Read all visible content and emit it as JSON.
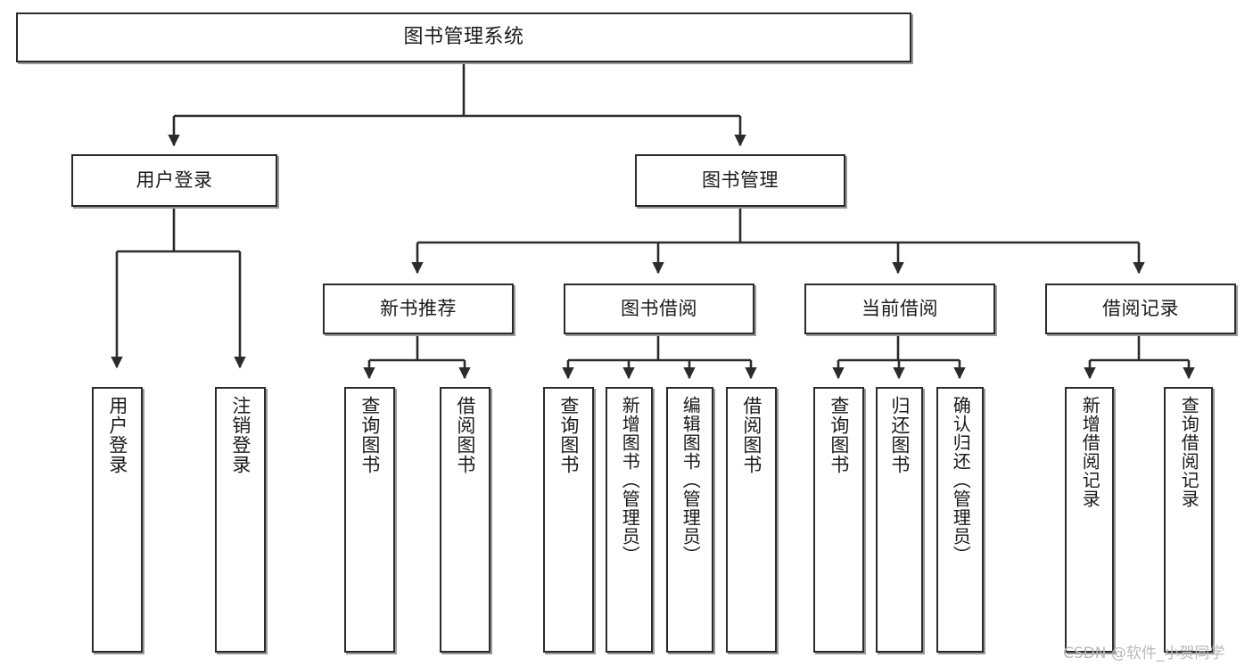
{
  "diagram": {
    "title": "图书管理系统",
    "type": "tree-hierarchy",
    "watermark": "CSDN @软件_小贺同学",
    "colors": {
      "border": "#2b2b2b",
      "shadow": "#9a9a9a",
      "background": "#ffffff",
      "text": "#1a1a1a",
      "watermark": "#b9b9b9"
    },
    "root": {
      "label": "图书管理系统"
    },
    "level2": [
      {
        "label": "用户登录"
      },
      {
        "label": "图书管理"
      }
    ],
    "level3": [
      {
        "label": "新书推荐"
      },
      {
        "label": "图书借阅"
      },
      {
        "label": "当前借阅"
      },
      {
        "label": "借阅记录"
      }
    ],
    "leaves": {
      "user_login": [
        {
          "label": "用户登录"
        },
        {
          "label": "注销登录"
        }
      ],
      "new_book_recommend": [
        {
          "label": "查询图书"
        },
        {
          "label": "借阅图书"
        }
      ],
      "book_borrow": [
        {
          "label": "查询图书"
        },
        {
          "label": "新增图书（管理员）"
        },
        {
          "label": "编辑图书（管理员）"
        },
        {
          "label": "借阅图书"
        }
      ],
      "current_borrow": [
        {
          "label": "查询图书"
        },
        {
          "label": "归还图书"
        },
        {
          "label": "确认归还（管理员）"
        }
      ],
      "borrow_record": [
        {
          "label": "新增借阅记录"
        },
        {
          "label": "查询借阅记录"
        }
      ]
    }
  }
}
